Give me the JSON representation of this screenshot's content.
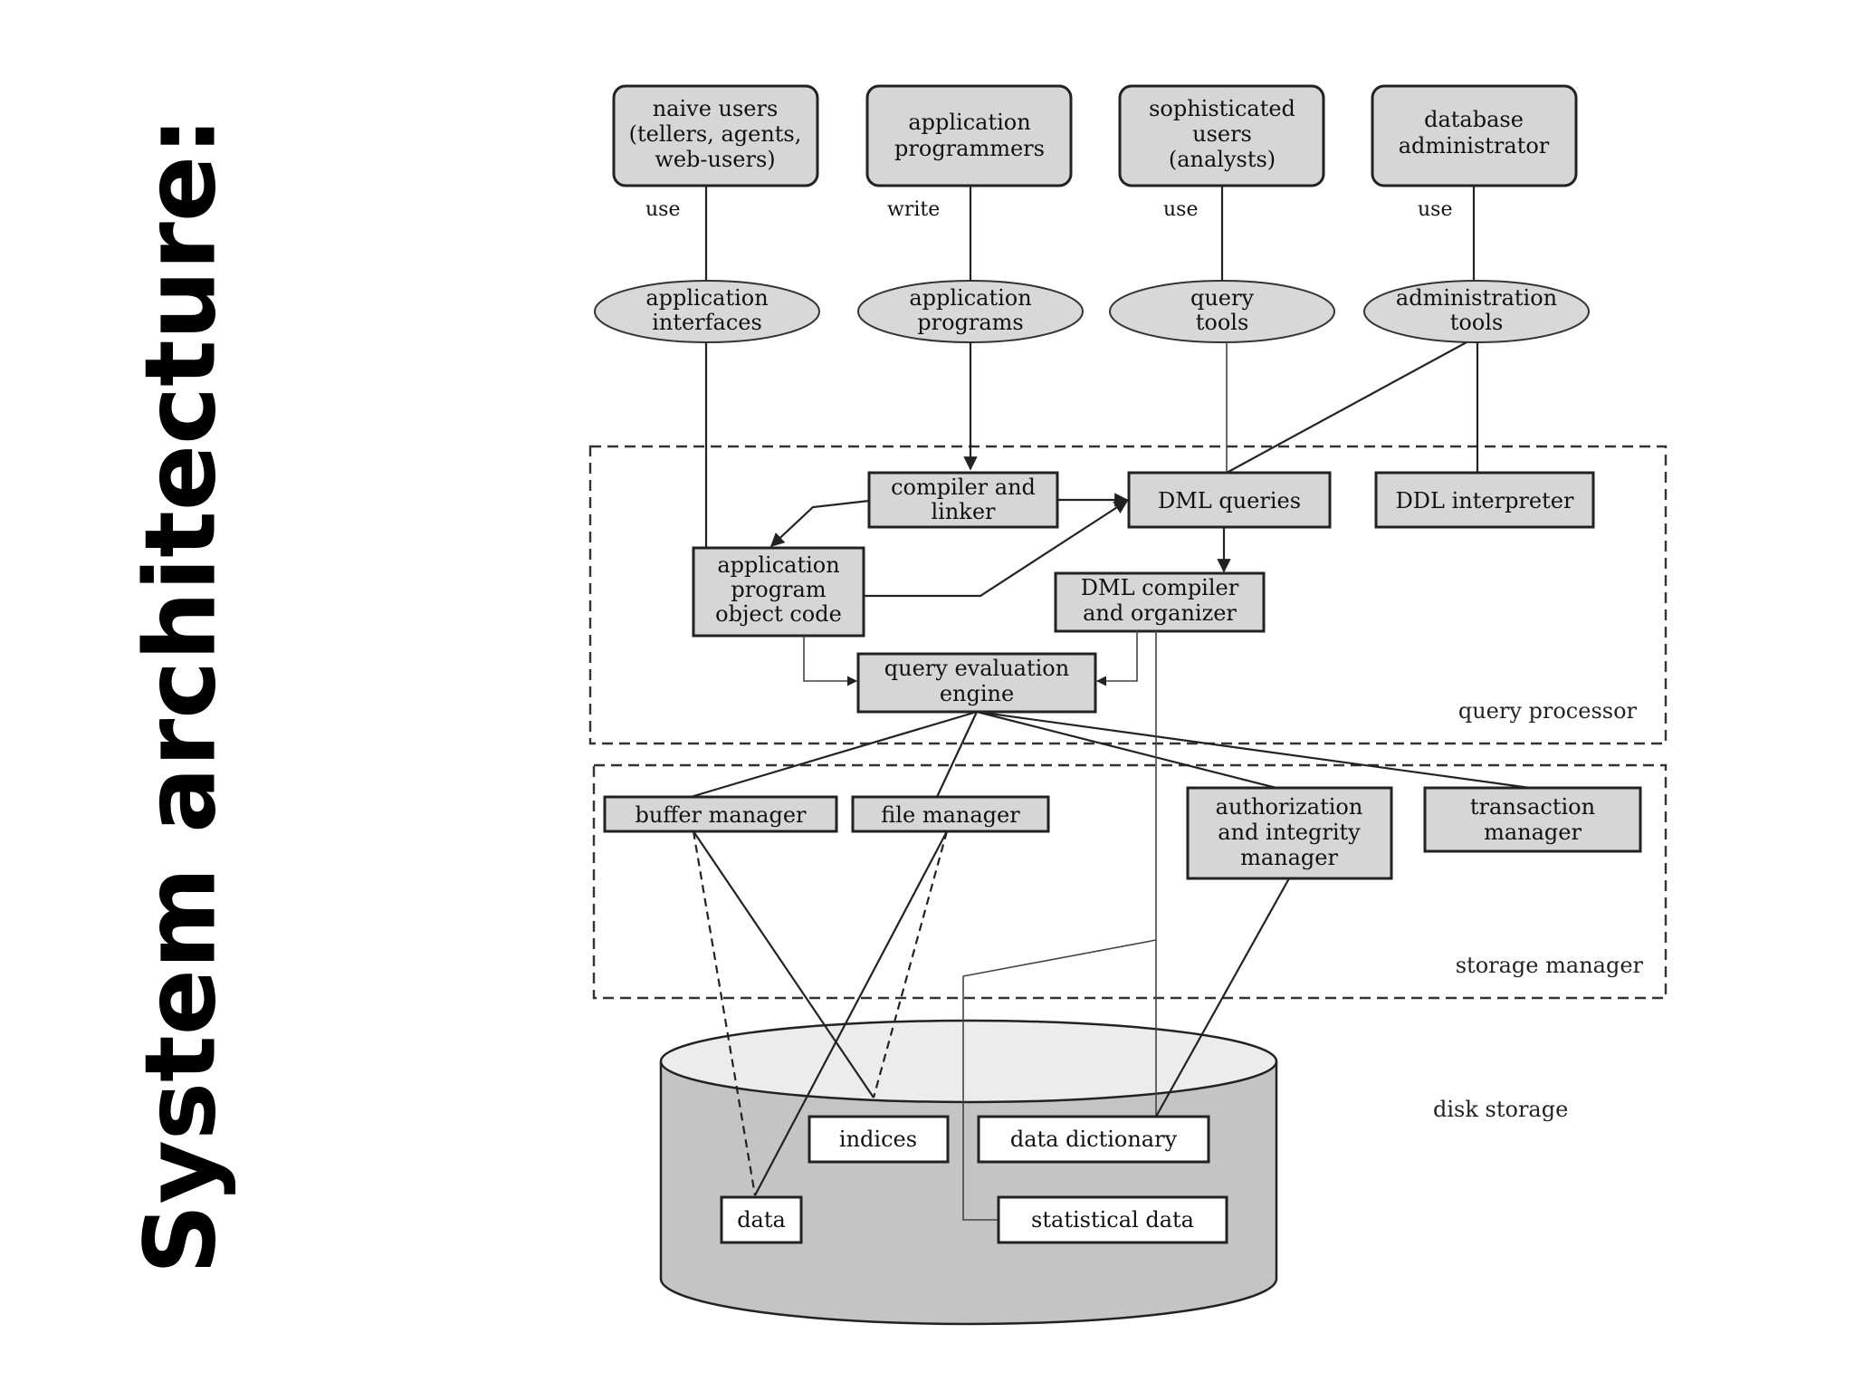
{
  "title": "System architecture:",
  "users": {
    "naive": [
      "naive users",
      "(tellers, agents,",
      "web-users)"
    ],
    "programmers": [
      "application",
      "programmers"
    ],
    "sophisticated": [
      "sophisticated",
      "users",
      "(analysts)"
    ],
    "dba": [
      "database",
      "administrator"
    ]
  },
  "connectors": {
    "naive": "use",
    "programmers": "write",
    "sophisticated": "use",
    "dba": "use"
  },
  "tools": {
    "app_interfaces": [
      "application",
      "interfaces"
    ],
    "app_programs": [
      "application",
      "programs"
    ],
    "query_tools": [
      "query",
      "tools"
    ],
    "admin_tools": [
      "administration",
      "tools"
    ]
  },
  "query_processor": {
    "label": "query processor",
    "compiler_linker": [
      "compiler and",
      "linker"
    ],
    "dml_queries": "DML queries",
    "ddl_interpreter": "DDL interpreter",
    "app_object_code": [
      "application",
      "program",
      "object code"
    ],
    "dml_compiler": [
      "DML compiler",
      "and organizer"
    ],
    "query_engine": [
      "query evaluation",
      "engine"
    ]
  },
  "storage_manager": {
    "label": "storage manager",
    "buffer_manager": "buffer manager",
    "file_manager": "file manager",
    "auth_manager": [
      "authorization",
      "and integrity",
      "manager"
    ],
    "transaction_manager": [
      "transaction",
      "manager"
    ]
  },
  "disk_storage": {
    "label": "disk storage",
    "indices": "indices",
    "data_dictionary": "data dictionary",
    "data": "data",
    "statistical_data": "statistical data"
  }
}
